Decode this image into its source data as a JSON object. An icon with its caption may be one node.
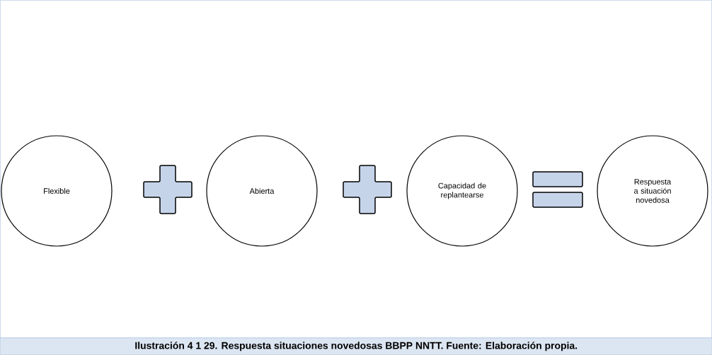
{
  "diagram": {
    "caption": "Ilustración  4  1  29. Respuesta situaciones novedosas BBPP NNTT. Fuente: Elaboración propia.",
    "nodes": [
      {
        "text": [
          "Flexible"
        ]
      },
      {
        "text": [
          "Abierta"
        ]
      },
      {
        "text": [
          "Capacidad de replantearse"
        ]
      },
      {
        "text": [
          "Respuesta a situación novedosa"
        ]
      }
    ]
  }
}
